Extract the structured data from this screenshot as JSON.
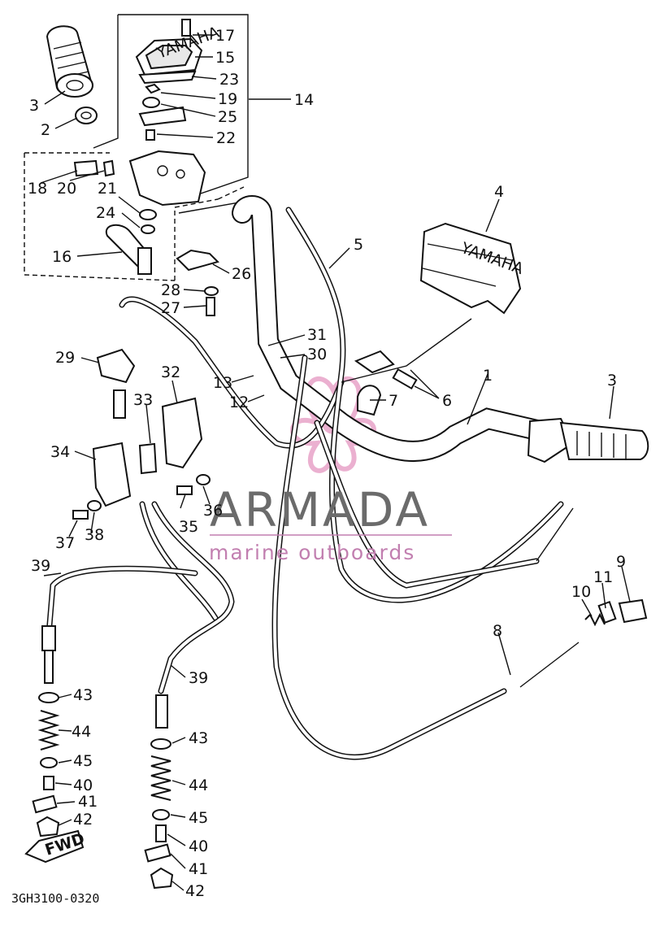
{
  "callouts": [
    {
      "id": "c17",
      "text": "17"
    },
    {
      "id": "c15",
      "text": "15"
    },
    {
      "id": "c23",
      "text": "23"
    },
    {
      "id": "c14",
      "text": "14"
    },
    {
      "id": "c19",
      "text": "19"
    },
    {
      "id": "c25",
      "text": "25"
    },
    {
      "id": "c22",
      "text": "22"
    },
    {
      "id": "c3a",
      "text": "3"
    },
    {
      "id": "c2",
      "text": "2"
    },
    {
      "id": "c18",
      "text": "18"
    },
    {
      "id": "c20",
      "text": "20"
    },
    {
      "id": "c21",
      "text": "21"
    },
    {
      "id": "c24",
      "text": "24"
    },
    {
      "id": "c16",
      "text": "16"
    },
    {
      "id": "c26",
      "text": "26"
    },
    {
      "id": "c28",
      "text": "28"
    },
    {
      "id": "c27",
      "text": "27"
    },
    {
      "id": "c4",
      "text": "4"
    },
    {
      "id": "c5",
      "text": "5"
    },
    {
      "id": "c31",
      "text": "31"
    },
    {
      "id": "c30",
      "text": "30"
    },
    {
      "id": "c29",
      "text": "29"
    },
    {
      "id": "c32",
      "text": "32"
    },
    {
      "id": "c13",
      "text": "13"
    },
    {
      "id": "c12",
      "text": "12"
    },
    {
      "id": "c7",
      "text": "7"
    },
    {
      "id": "c6",
      "text": "6"
    },
    {
      "id": "c1",
      "text": "1"
    },
    {
      "id": "c3b",
      "text": "3"
    },
    {
      "id": "c33",
      "text": "33"
    },
    {
      "id": "c34",
      "text": "34"
    },
    {
      "id": "c35",
      "text": "35"
    },
    {
      "id": "c36",
      "text": "36"
    },
    {
      "id": "c37",
      "text": "37"
    },
    {
      "id": "c38",
      "text": "38"
    },
    {
      "id": "c39a",
      "text": "39"
    },
    {
      "id": "c9",
      "text": "9"
    },
    {
      "id": "c11",
      "text": "11"
    },
    {
      "id": "c10",
      "text": "10"
    },
    {
      "id": "c8",
      "text": "8"
    },
    {
      "id": "c39b",
      "text": "39"
    },
    {
      "id": "c43a",
      "text": "43"
    },
    {
      "id": "c44a",
      "text": "44"
    },
    {
      "id": "c45a",
      "text": "45"
    },
    {
      "id": "c40a",
      "text": "40"
    },
    {
      "id": "c41a",
      "text": "41"
    },
    {
      "id": "c42a",
      "text": "42"
    },
    {
      "id": "c43b",
      "text": "43"
    },
    {
      "id": "c44b",
      "text": "44"
    },
    {
      "id": "c45b",
      "text": "45"
    },
    {
      "id": "c40b",
      "text": "40"
    },
    {
      "id": "c41b",
      "text": "41"
    },
    {
      "id": "c42b",
      "text": "42"
    }
  ],
  "diagram_code": "3GH3100-0320",
  "fwd_label": "FWD",
  "lever_brand": "YAMAHA",
  "cover_brand": "YAMAHA",
  "watermark": {
    "name": "ARMADA",
    "tagline": "marine outboards",
    "logo_color": "#e8a3c8",
    "tagline_color": "#c27fb0",
    "name_color": "#6b6b6b"
  }
}
